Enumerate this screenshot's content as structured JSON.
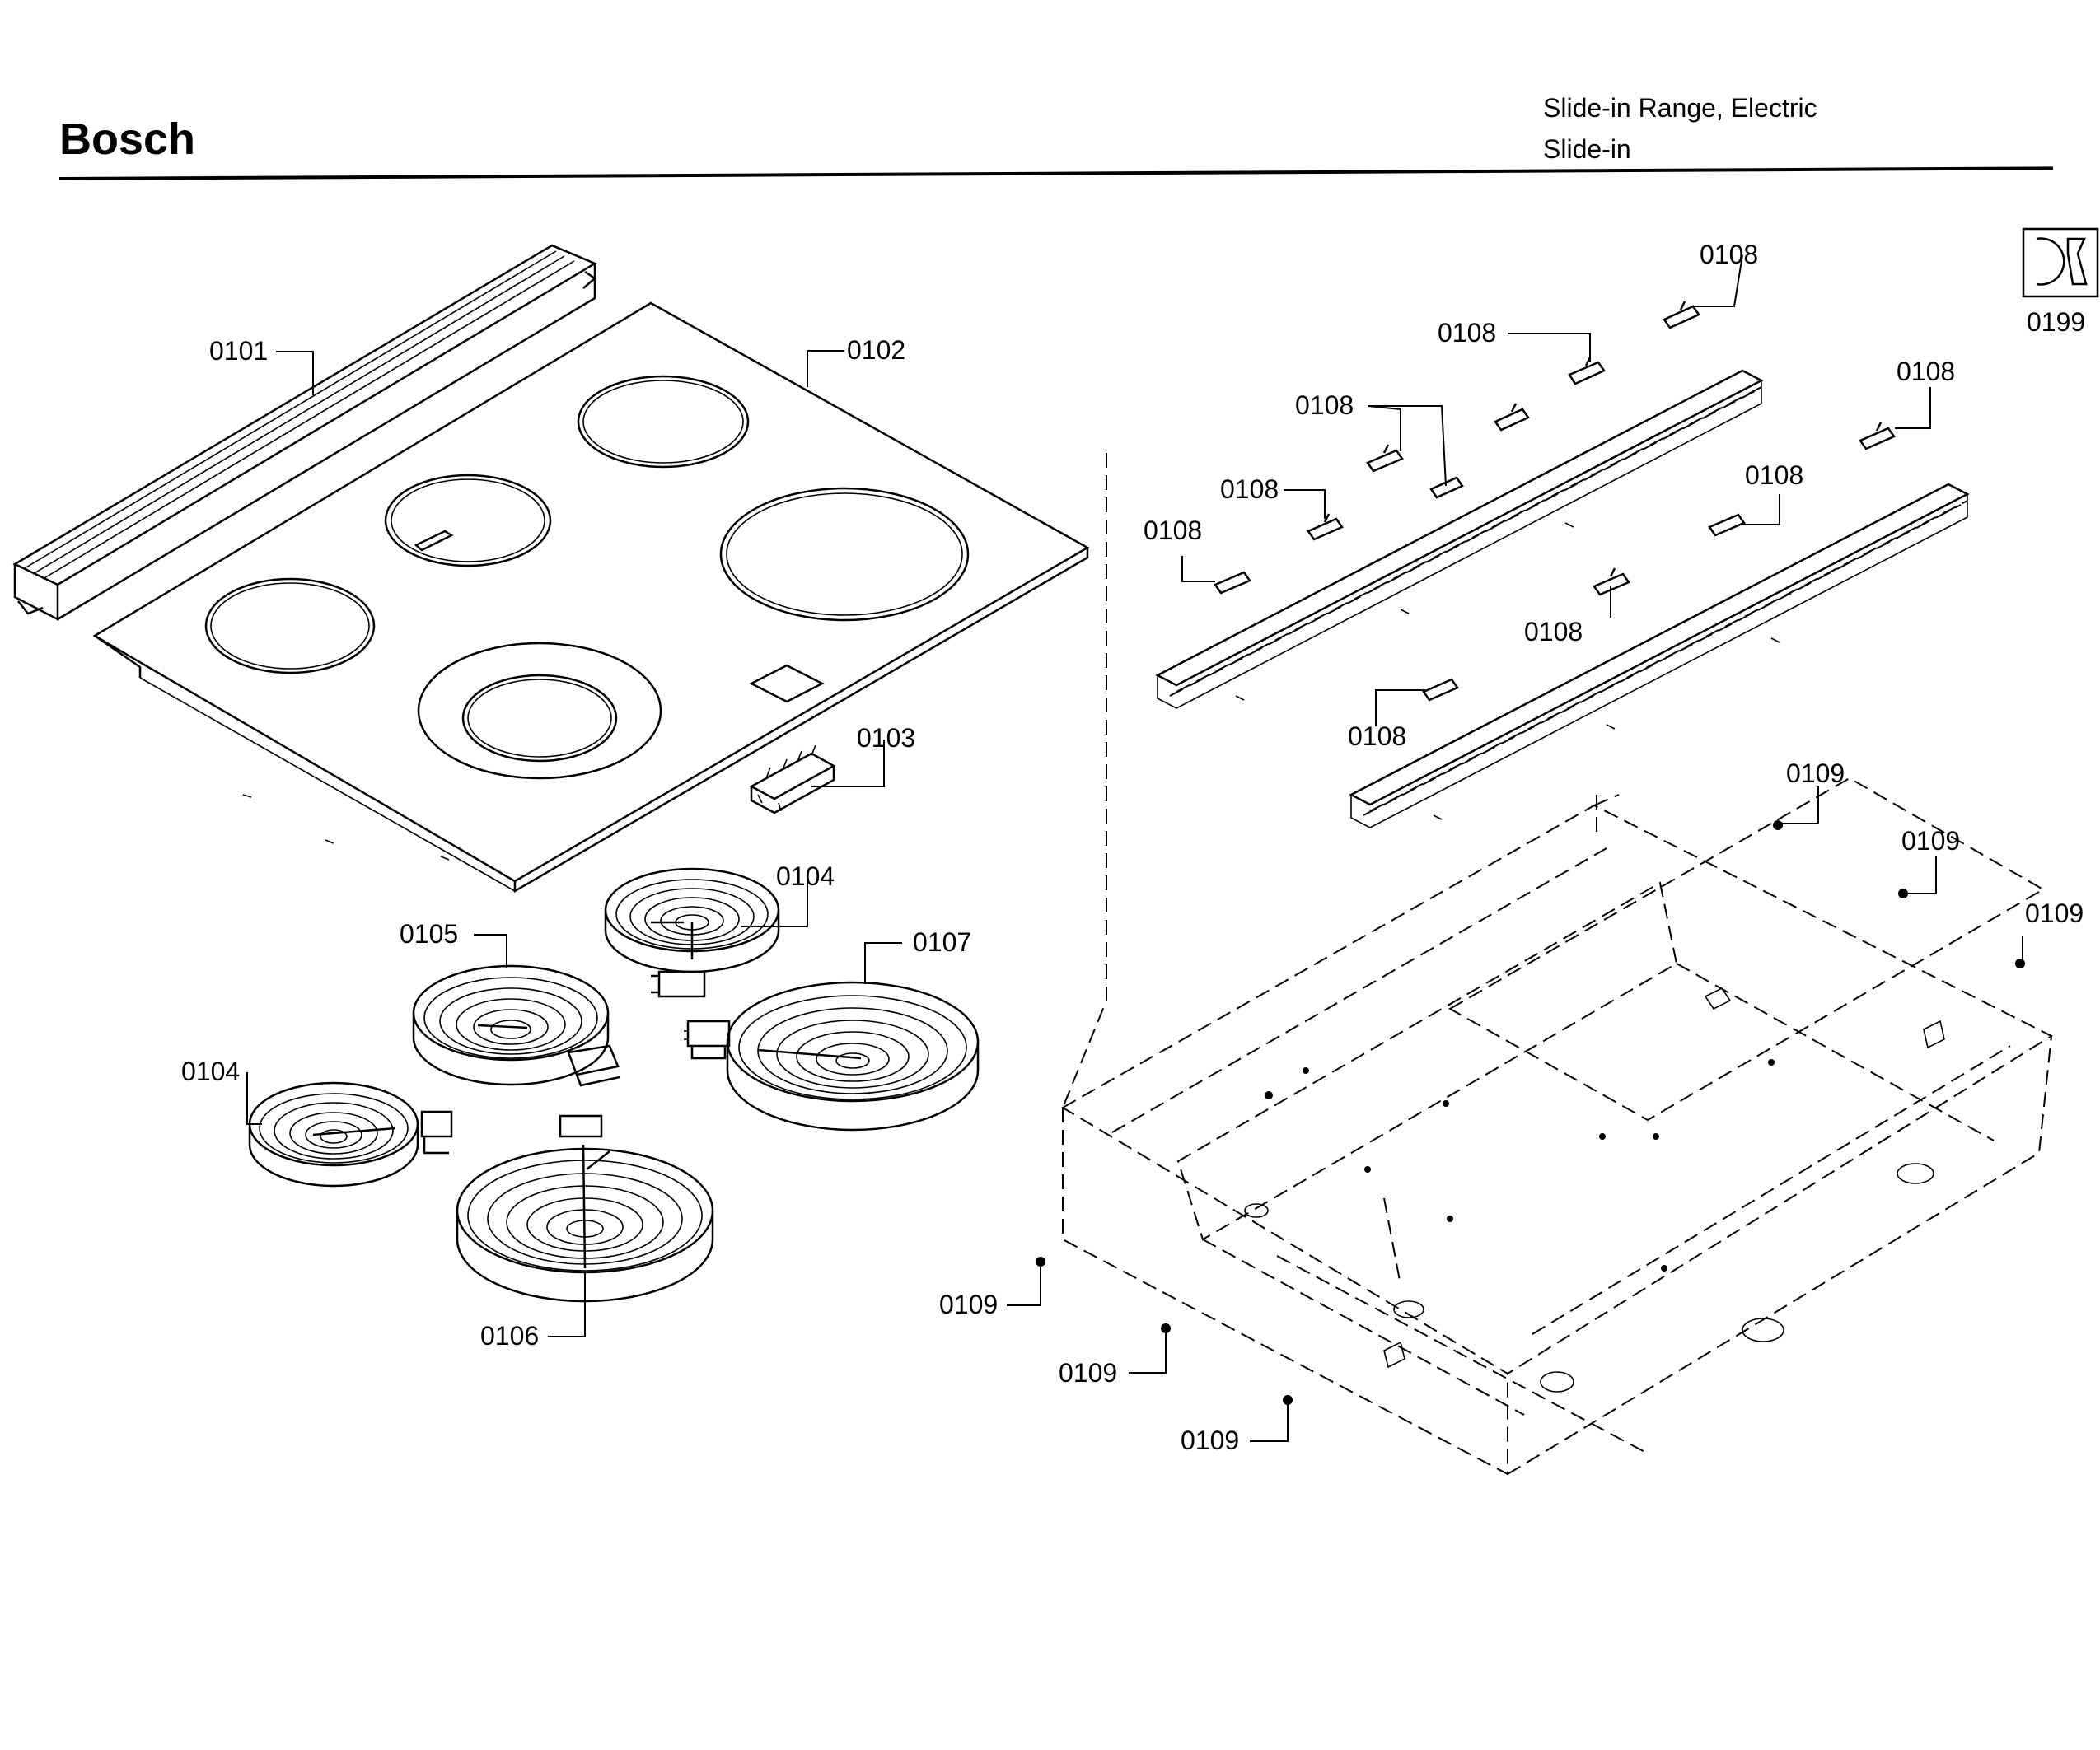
{
  "header": {
    "brand": "Bosch",
    "product_line": "Slide-in Range, Electric",
    "product_type": "Slide-in"
  },
  "icons": {
    "service_tool": "wrench-icon"
  },
  "callouts": {
    "c0101": "0101",
    "c0102": "0102",
    "c0103": "0103",
    "c0104a": "0104",
    "c0104b": "0104",
    "c0105": "0105",
    "c0106": "0106",
    "c0107": "0107",
    "c0108a": "0108",
    "c0108b": "0108",
    "c0108c": "0108",
    "c0108d": "0108",
    "c0108e": "0108",
    "c0108f": "0108",
    "c0108g": "0108",
    "c0108h": "0108",
    "c0108i": "0108",
    "c0109a": "0109",
    "c0109b": "0109",
    "c0109c": "0109",
    "c0109d": "0109",
    "c0109e": "0109",
    "c0109f": "0109",
    "c0199": "0199"
  }
}
